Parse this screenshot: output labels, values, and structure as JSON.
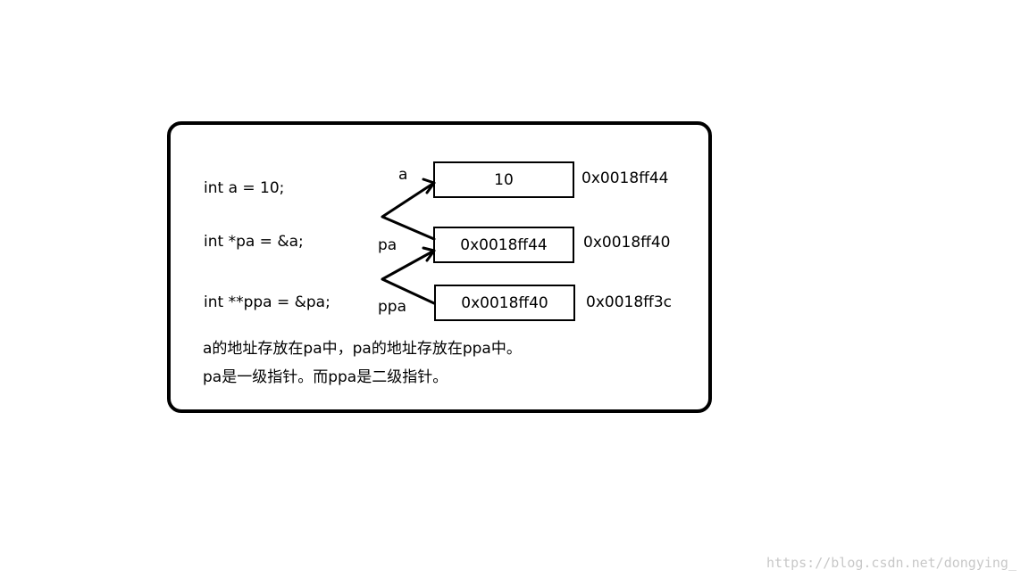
{
  "code": {
    "line1": "int a = 10;",
    "line2": "int *pa = &a;",
    "line3": "int **ppa = &pa;"
  },
  "labels": {
    "a": "a",
    "pa": "pa",
    "ppa": "ppa"
  },
  "boxes": {
    "a_value": "10",
    "pa_value": "0x0018ff44",
    "ppa_value": "0x0018ff40"
  },
  "addresses": {
    "a_addr": "0x0018ff44",
    "pa_addr": "0x0018ff40",
    "ppa_addr": "0x0018ff3c"
  },
  "captions": {
    "line1": "a的地址存放在pa中，pa的地址存放在ppa中。",
    "line2": "pa是一级指针。而ppa是二级指针。"
  },
  "watermark": "https://blog.csdn.net/dongying_"
}
